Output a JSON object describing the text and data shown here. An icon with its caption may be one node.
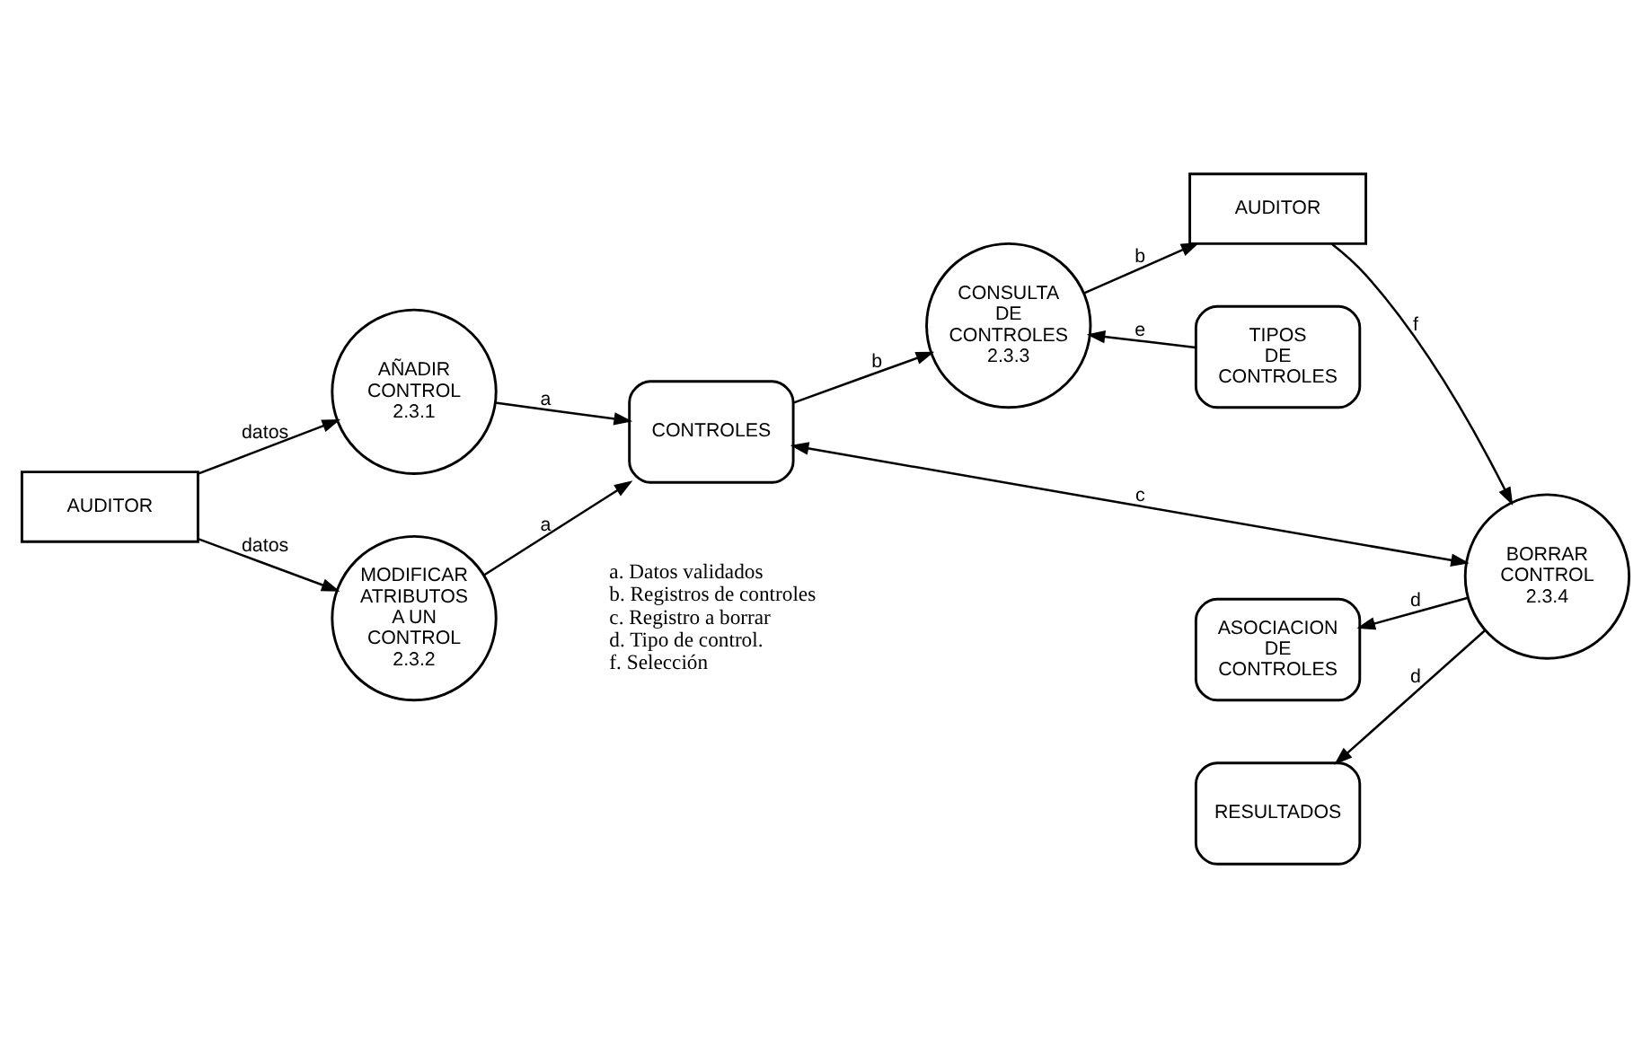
{
  "diagram": {
    "nodes": [
      {
        "text": [
          "AUDITOR"
        ]
      },
      {
        "text": [
          "AÑADIR CONTROL",
          "2.3.1"
        ]
      },
      {
        "text": [
          "MODIFICAR ATRIBUTOS A UN CONTROL",
          "2.3.2"
        ]
      },
      {
        "text": [
          "CONTROLES"
        ]
      },
      {
        "text": [
          "CONSULTA DE CONTROLES",
          "2.3.3"
        ]
      },
      {
        "text": [
          "TIPOS DE CONTROLES"
        ]
      },
      {
        "text": [
          "AUDITOR"
        ]
      },
      {
        "text": [
          "BORRAR CONTROL",
          "2.3.4"
        ]
      },
      {
        "text": [
          "ASOCIACION DE CONTROLES"
        ]
      },
      {
        "text": [
          "RESULTADOS"
        ]
      }
    ],
    "edges": [
      {
        "from": 0,
        "to": 1,
        "arrow": "to",
        "label": "datos"
      },
      {
        "from": 0,
        "to": 2,
        "arrow": "to",
        "label": "datos"
      },
      {
        "from": 1,
        "to": 3,
        "arrow": "to",
        "label": "a"
      },
      {
        "from": 2,
        "to": 3,
        "arrow": "to",
        "label": "a"
      },
      {
        "from": 3,
        "to": 4,
        "arrow": "to",
        "label": "b"
      },
      {
        "from": 5,
        "to": 4,
        "arrow": "to",
        "label": "e"
      },
      {
        "from": 4,
        "to": 6,
        "arrow": "to",
        "label": "b"
      },
      {
        "from": 6,
        "to": 7,
        "arrow": "to",
        "label": "f"
      },
      {
        "from": 3,
        "to": 7,
        "arrow": "both",
        "label": "c"
      },
      {
        "from": 7,
        "to": 8,
        "arrow": "to",
        "label": "d"
      },
      {
        "from": 7,
        "to": 9,
        "arrow": "to",
        "label": "d"
      }
    ],
    "labels": [
      "a. Datos validados",
      "b. Registros de controles",
      "c. Registro a borrar",
      "d. Tipo de control.",
      "f. Selección"
    ]
  }
}
